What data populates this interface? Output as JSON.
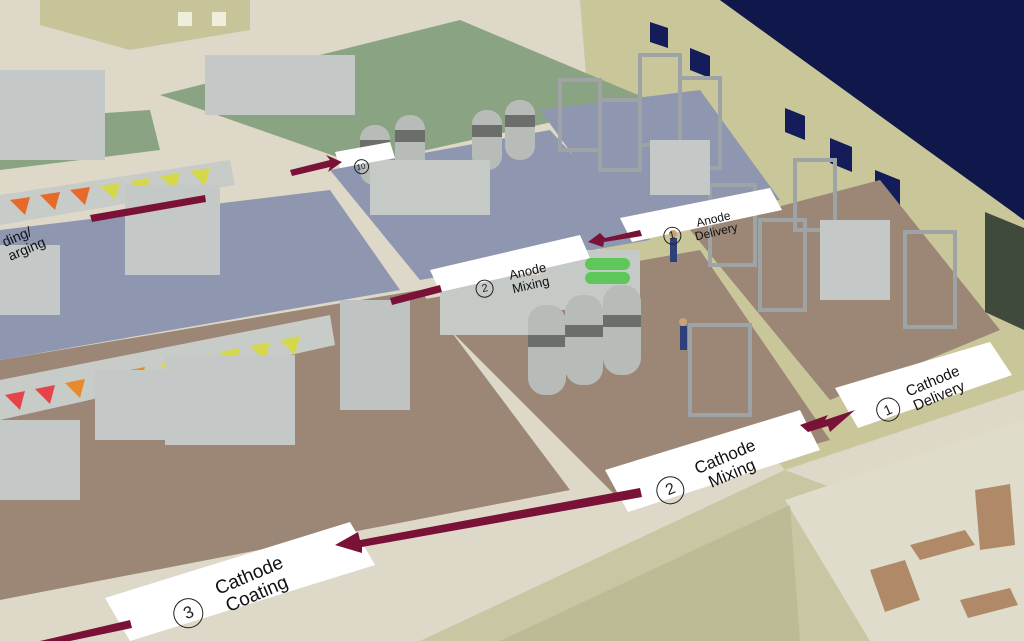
{
  "scene": {
    "floor_color": "#ddd8c8",
    "wall_color": "#c9c69a",
    "sky_color": "#0f1540",
    "arrow_color": "#7a1238"
  },
  "stations": [
    {
      "number": "1",
      "label_line1": "Cathode",
      "label_line2": "Delivery"
    },
    {
      "number": "2",
      "label_line1": "Cathode",
      "label_line2": "Mixing"
    },
    {
      "number": "3",
      "label_line1": "Cathode",
      "label_line2": "Coating"
    },
    {
      "number": "1",
      "label_line1": "Anode",
      "label_line2": "Delivery"
    },
    {
      "number": "2",
      "label_line1": "Anode",
      "label_line2": "Mixing"
    },
    {
      "number": "10",
      "label_line1": "",
      "label_line2": ""
    },
    {
      "number": "",
      "label_line1": "ding/",
      "label_line2": "arging"
    }
  ]
}
